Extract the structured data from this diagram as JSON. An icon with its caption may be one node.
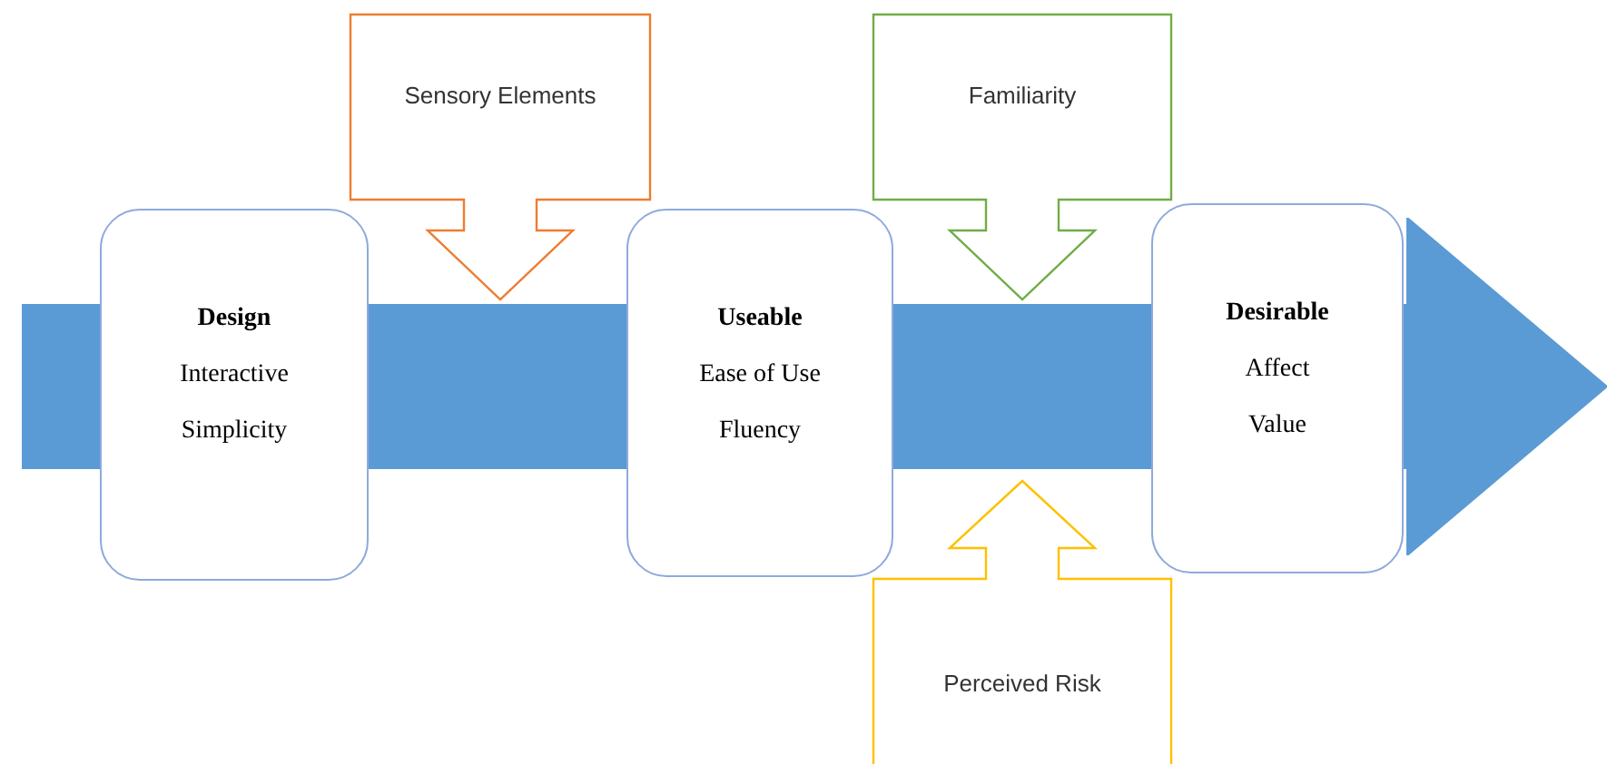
{
  "diagram": {
    "nodes": [
      {
        "text": [],
        "shape": "arrow"
      },
      {
        "text": [
          "Design",
          "Interactive",
          "Simplicity"
        ]
      },
      {
        "text": [
          "Useable",
          "Ease of Use",
          "Fluency"
        ]
      },
      {
        "text": [
          "Desirable",
          "Affect",
          "Value"
        ]
      },
      {
        "text": [
          "Sensory Elements"
        ]
      },
      {
        "text": [
          "Familiarity"
        ]
      },
      {
        "text": [
          "Perceived Risk"
        ]
      }
    ]
  }
}
